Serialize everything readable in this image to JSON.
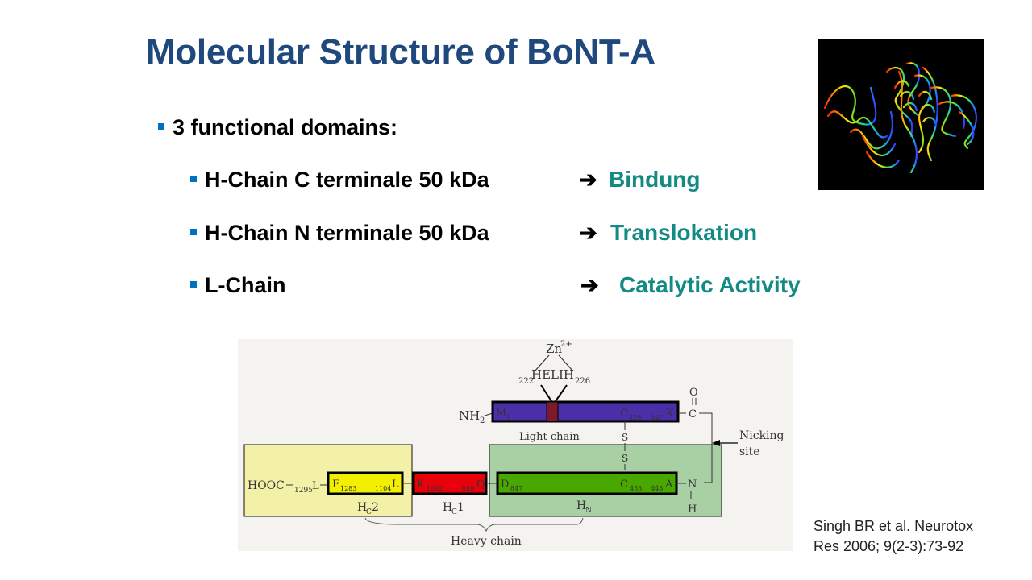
{
  "slide": {
    "title": "Molecular Structure of BoNT-A",
    "main_bullet": "3 functional domains:",
    "domains": [
      {
        "label": "H-Chain C terminale 50 kDa",
        "arrow": "➔",
        "function": "Bindung"
      },
      {
        "label": "H-Chain N terminale 50 kDa",
        "arrow": "➔",
        "function": "Translokation"
      },
      {
        "label": "L-Chain",
        "arrow": "➔",
        "function": "Catalytic Activity"
      }
    ],
    "citation_line1": "Singh BR et al. Neurotox",
    "citation_line2": "Res 2006; 9(2-3):73-92"
  },
  "diagram": {
    "zn": "Zn",
    "zn_sup": "2+",
    "motif": "HELIH",
    "motif_start": "222",
    "motif_end": "226",
    "nh2": "NH",
    "nh2_sub": "2",
    "light_chain_label": "Light chain",
    "light_m": "M",
    "light_m_sub": "1",
    "light_c": "C",
    "light_c_sub": "429",
    "light_k_num": "447",
    "light_k": "K",
    "carbonyl_o": "O",
    "carbonyl_c": "C",
    "nicking_line1": "Nicking",
    "nicking_line2": "site",
    "ss_s": "S",
    "hooc": "HOOC",
    "hooc_num": "1295",
    "hc2_l_left": "L",
    "hc2_f": "F",
    "hc2_f_num": "1283",
    "hc2_end_num": "1104",
    "hc2_l": "L",
    "hc1_k": "K",
    "hc1_k_num": "1092",
    "hc1_end_num": "849",
    "hc1_q": "Q",
    "hn_d": "D",
    "hn_d_num": "847",
    "hn_c": "C",
    "hn_c_num": "453",
    "hn_a_num": "448",
    "hn_a": "A",
    "n_atom": "N",
    "h_atom": "H",
    "hc2_label": "H",
    "hc2_label_sub": "C",
    "hc2_label_tail": "2",
    "hc1_label": "H",
    "hc1_label_sub": "C",
    "hc1_label_tail": "1",
    "hn_label": "H",
    "hn_label_sub": "N",
    "heavy_chain_label": "Heavy chain"
  },
  "colors": {
    "title": "#1f497d",
    "bullet": "#0070c0",
    "domain_function": "#138a84",
    "light_chain": "#4b2fa8",
    "zn_site": "#7a1a2a",
    "hc2_bar": "#f2ef00",
    "hc1_bar": "#e8000a",
    "hn_bar": "#49a800",
    "hc2_box": "#f3f0a8",
    "hn_box": "#a9cfa5"
  }
}
